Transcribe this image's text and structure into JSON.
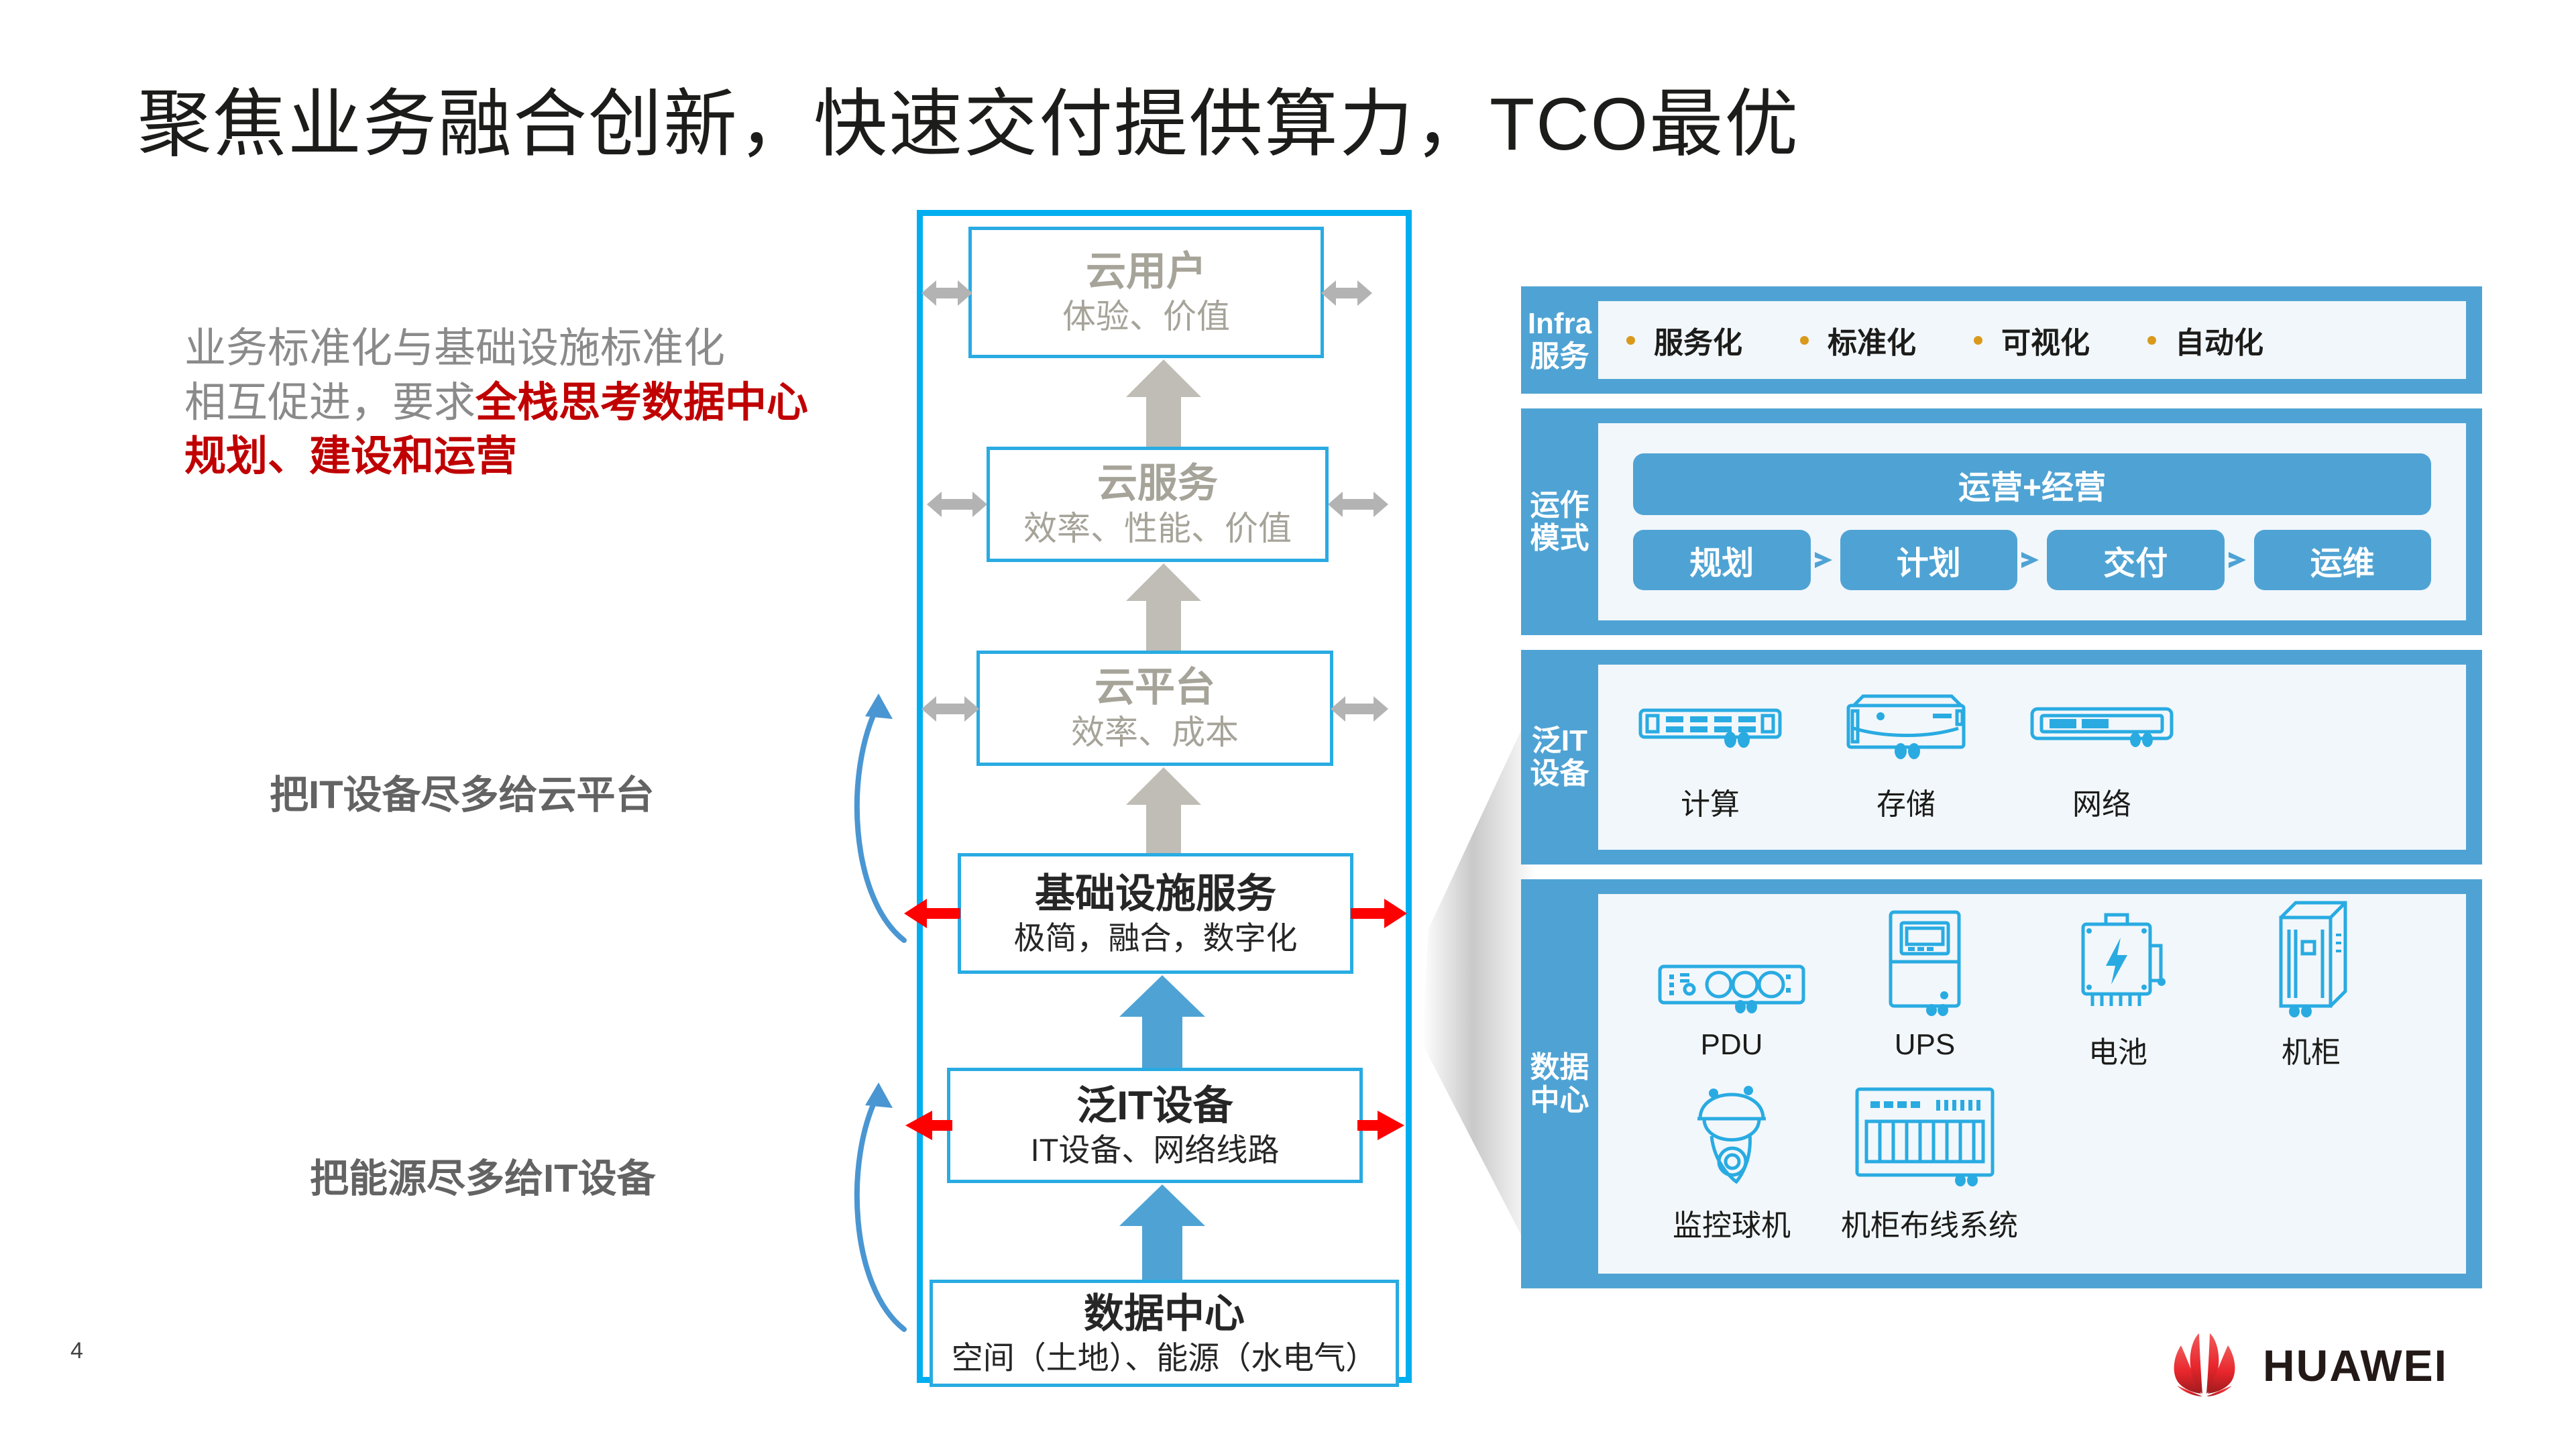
{
  "slide": {
    "title": "聚焦业务融合创新，快速交付提供算力，TCO最优",
    "page_number": "4",
    "brand": "HUAWEI",
    "accent_cyan": "#00AEEF",
    "accent_blue": "#4FA3D4",
    "accent_red": "#C00000",
    "accent_gold": "#D99A1C",
    "gray_text": "#8A8A8A"
  },
  "lead_paragraph": {
    "plain_1": "业务标准化与基础设施标准化",
    "plain_2": "相互促进，要求",
    "highlight": "全栈思考数据中心规划、建设和运营"
  },
  "annotations": [
    {
      "label": "把IT设备尽多给云平台"
    },
    {
      "label": "把能源尽多给IT设备"
    }
  ],
  "center_stack": {
    "layers": [
      {
        "title": "云用户",
        "subtitle": "体验、价值",
        "tone": "gray",
        "side_arrow": "gray-double"
      },
      {
        "title": "云服务",
        "subtitle": "效率、性能、价值",
        "tone": "gray",
        "side_arrow": "gray-double"
      },
      {
        "title": "云平台",
        "subtitle": "效率、成本",
        "tone": "gray",
        "side_arrow": "gray-double"
      },
      {
        "title": "基础设施服务",
        "subtitle": "极简，融合，数字化",
        "tone": "dark",
        "side_arrow": "red-double"
      },
      {
        "title": "泛IT设备",
        "subtitle": "IT设备、网络线路",
        "tone": "dark",
        "side_arrow": "red-double"
      },
      {
        "title": "数据中心",
        "subtitle": "空间（土地）、能源（水电气）",
        "tone": "dark",
        "side_arrow": "none"
      }
    ],
    "up_arrows": [
      "gray",
      "gray",
      "gray",
      "blue",
      "blue"
    ]
  },
  "right_panel": {
    "bands": [
      {
        "label_lines": [
          "Infra",
          "服务"
        ],
        "kind": "bullets",
        "items": [
          "服务化",
          "标准化",
          "可视化",
          "自动化"
        ]
      },
      {
        "label_lines": [
          "运作",
          "模式"
        ],
        "kind": "ops",
        "wide_pill": "运营+经营",
        "pills": [
          "规划",
          "计划",
          "交付",
          "运维"
        ]
      },
      {
        "label_lines": [
          "泛IT",
          "设备"
        ],
        "kind": "icons",
        "items": [
          {
            "caption": "计算",
            "icon": "server-compute-icon"
          },
          {
            "caption": "存储",
            "icon": "storage-array-icon"
          },
          {
            "caption": "网络",
            "icon": "network-switch-icon"
          }
        ]
      },
      {
        "label_lines": [
          "数据",
          "中心"
        ],
        "kind": "icons",
        "items": [
          {
            "caption": "PDU",
            "icon": "pdu-icon"
          },
          {
            "caption": "UPS",
            "icon": "ups-icon"
          },
          {
            "caption": "电池",
            "icon": "battery-icon"
          },
          {
            "caption": "机柜",
            "icon": "rack-cabinet-icon"
          },
          {
            "caption": "监控球机",
            "icon": "dome-camera-icon"
          },
          {
            "caption": "机柜布线系统",
            "icon": "cabling-system-icon"
          }
        ]
      }
    ]
  }
}
